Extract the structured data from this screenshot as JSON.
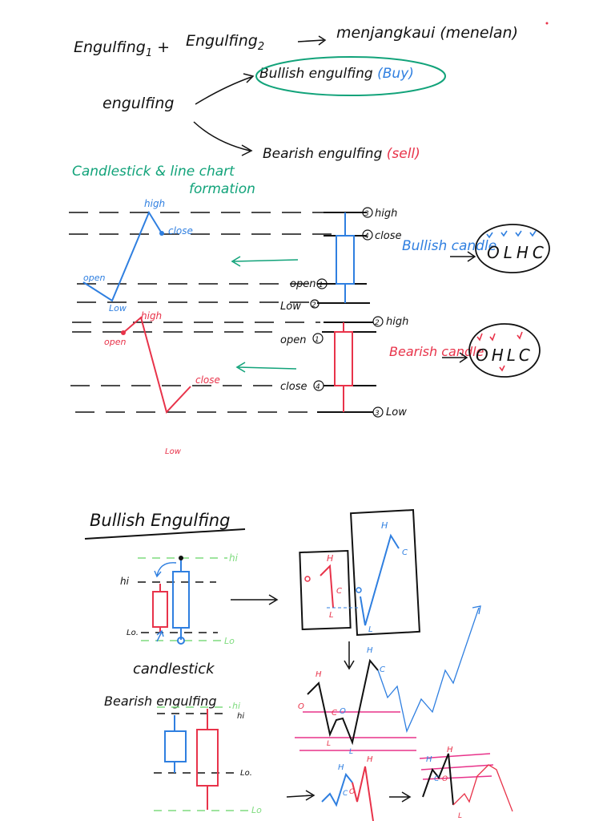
{
  "header": {
    "eq_left": "Engulfing",
    "eq_sub1": "1",
    "eq_plus": "+",
    "eq_right": "Engulfing",
    "eq_sub2": "2",
    "eq_meaning": "menjangkaui (menelan)",
    "root": "engulfing",
    "bullish": "Bullish engulfing",
    "bullish_action": "(Buy)",
    "bearish": "Bearish engulfing",
    "bearish_action": "(sell)"
  },
  "formation_title": {
    "line1": "Candlestick & line chart",
    "line2": "formation"
  },
  "bull_candle": {
    "line_high": "high",
    "line_close": "close",
    "line_open": "open",
    "line_low": "Low",
    "candle_high": "high",
    "candle_close": "close",
    "candle_open": "open",
    "candle_low": "Low",
    "num_high": "3",
    "num_close": "4",
    "num_open": "1",
    "num_low": "2",
    "label": "Bullish candle",
    "order": "OLHC"
  },
  "bear_candle": {
    "line_high": "high",
    "line_open": "open",
    "line_close": "close",
    "line_low": "Low",
    "candle_high": "high",
    "candle_open": "open",
    "candle_close": "close",
    "candle_low": "Low",
    "num_high": "2",
    "num_open": "1",
    "num_close": "4",
    "num_low": "3",
    "label": "Bearish candle",
    "order": "OHLC"
  },
  "bullish_section": {
    "title": "Bullish Engulfing",
    "hi_green": "hi",
    "hi": "hi",
    "lo": "Lo.",
    "lo_green": "Lo",
    "caption": "candlestick",
    "box1_o": "O",
    "box1_h": "H",
    "box1_c": "C",
    "box1_l": "L",
    "box2_h": "H",
    "box2_c": "C",
    "box2_o": "O",
    "box2_l": "L",
    "w_h1": "H",
    "w_o": "O",
    "w_c": "C",
    "w_o2": "O",
    "w_l1": "L",
    "w_l2": "L",
    "w_h2": "H",
    "w_c2": "C"
  },
  "bearish_section": {
    "title": "Bearish engulfing",
    "hi_green": "hi",
    "hi": "hi",
    "lo": "Lo.",
    "lo_green": "Lo",
    "m_h": "H",
    "m_c": "C",
    "m_o": "O",
    "m_h2": "H",
    "r_h": "H",
    "r_c": "C",
    "r_o": "O",
    "r_h2": "H",
    "r_l": "L"
  },
  "colors": {
    "black": "#111111",
    "green": "#12a37a",
    "blue": "#2f7fe0",
    "red": "#e8334a",
    "pink": "#e8338a",
    "light_green": "#7fdc7f"
  }
}
